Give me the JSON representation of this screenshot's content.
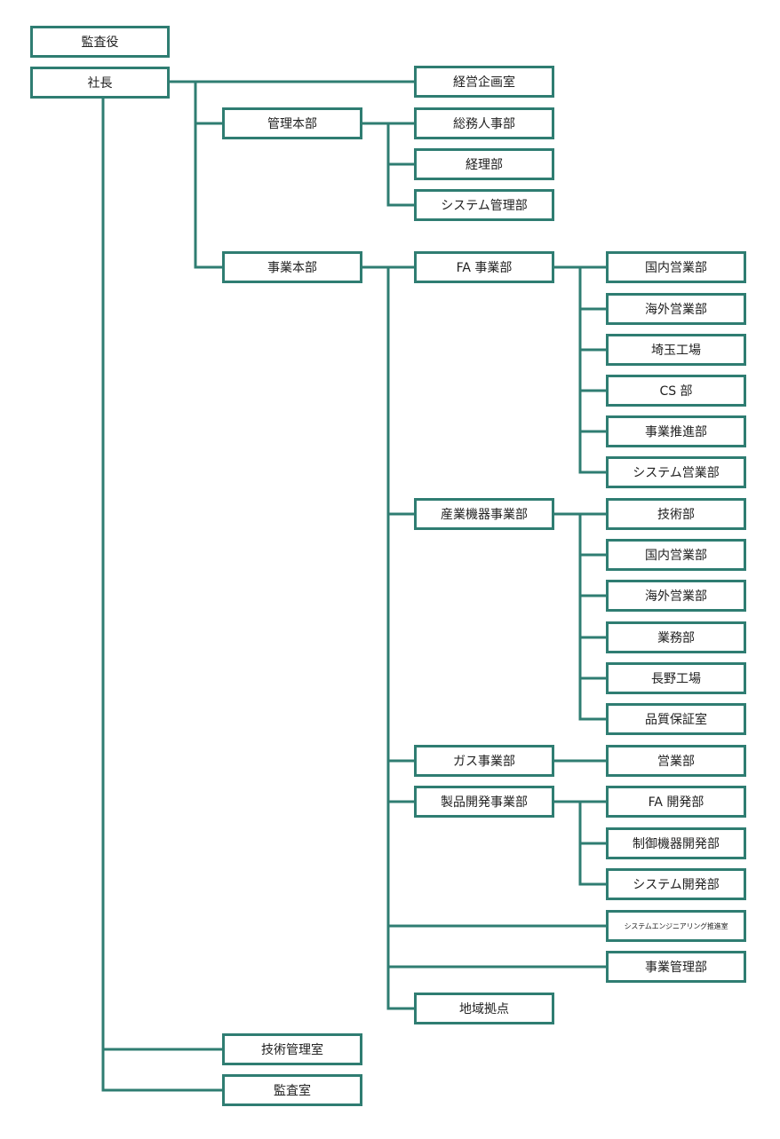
{
  "org": {
    "auditor": "監査役",
    "president": "社長",
    "corporate_planning": "経営企画室",
    "admin_hq": {
      "label": "管理本部",
      "children": [
        "総務人事部",
        "経理部",
        "システム管理部"
      ]
    },
    "business_hq": {
      "label": "事業本部",
      "fa_division": {
        "label": "FA 事業部",
        "children": [
          "国内営業部",
          "海外営業部",
          "埼玉工場",
          "CS 部",
          "事業推進部",
          "システム営業部"
        ]
      },
      "industrial_division": {
        "label": "産業機器事業部",
        "children": [
          "技術部",
          "国内営業部",
          "海外営業部",
          "業務部",
          "長野工場",
          "品質保証室"
        ]
      },
      "gas_division": {
        "label": "ガス事業部",
        "children": [
          "営業部"
        ]
      },
      "product_dev_division": {
        "label": "製品開発事業部",
        "children": [
          "FA 開発部",
          "制御機器開発部",
          "システム開発部"
        ]
      },
      "system_engineering": "システムエンジニアリング推進室",
      "business_management": "事業管理部",
      "regional_bases": "地域拠点"
    },
    "tech_management": "技術管理室",
    "audit_office": "監査室"
  },
  "colors": {
    "line": "#2f7d72",
    "box_border": "#2f7d72"
  }
}
